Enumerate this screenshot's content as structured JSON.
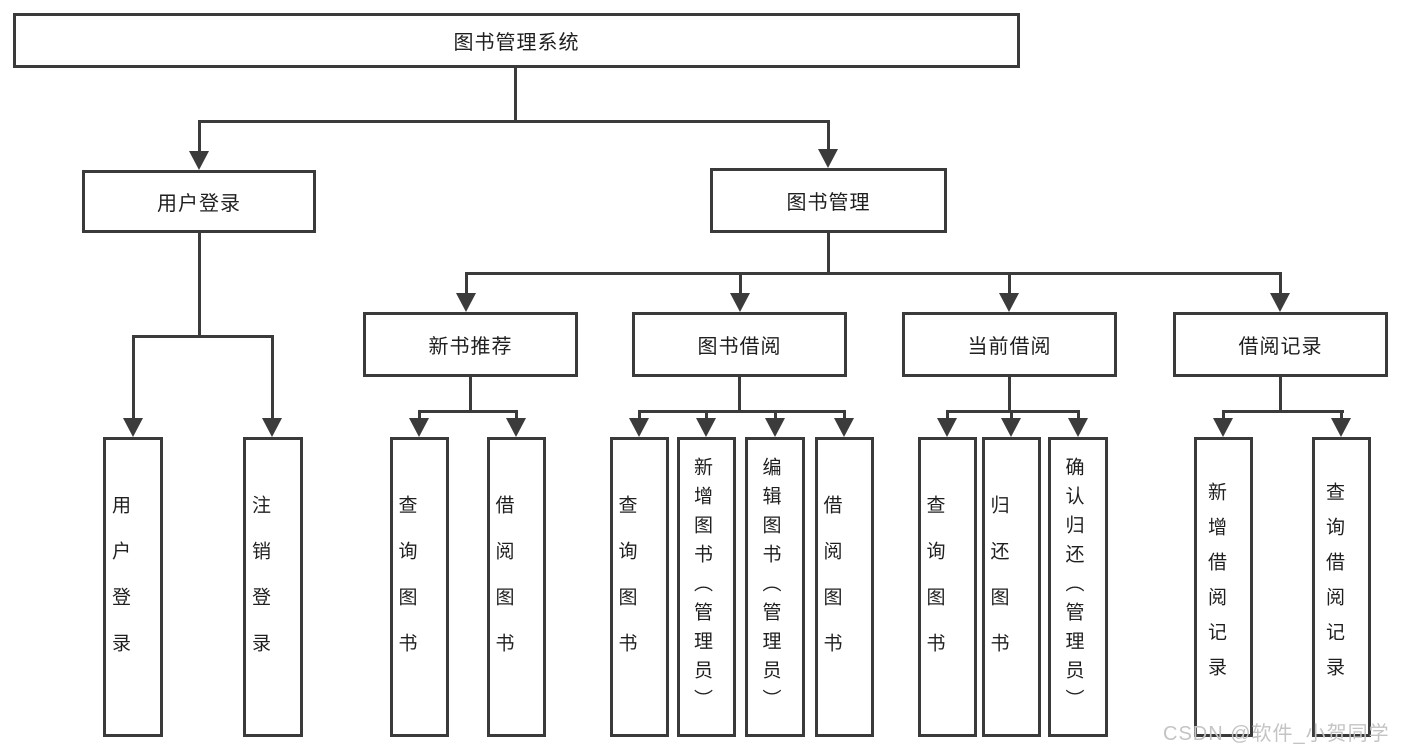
{
  "diagram": {
    "root": {
      "label": "图书管理系统"
    },
    "level1": [
      {
        "label": "用户登录"
      },
      {
        "label": "图书管理"
      }
    ],
    "level2": [
      {
        "label": "新书推荐"
      },
      {
        "label": "图书借阅"
      },
      {
        "label": "当前借阅"
      },
      {
        "label": "借阅记录"
      }
    ],
    "leaves": [
      {
        "label": "用户登录"
      },
      {
        "label": "注销登录"
      },
      {
        "label": "查询图书"
      },
      {
        "label": "借阅图书"
      },
      {
        "label": "查询图书"
      },
      {
        "label": "新增图书（管理员）"
      },
      {
        "label": "编辑图书（管理员）"
      },
      {
        "label": "借阅图书"
      },
      {
        "label": "查询图书"
      },
      {
        "label": "归还图书"
      },
      {
        "label": "确认归还（管理员）"
      },
      {
        "label": "新增借阅记录"
      },
      {
        "label": "查询借阅记录"
      }
    ],
    "line_color": "#3b3b3b",
    "text_color": "#1f1f1f"
  },
  "watermark": {
    "text": "CSDN @软件_小贺同学",
    "color": "#c4c4c4"
  }
}
